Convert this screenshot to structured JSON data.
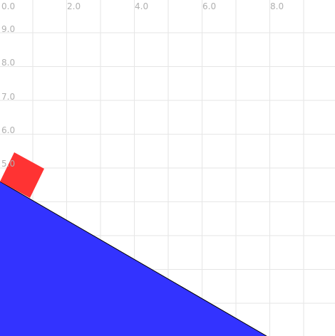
{
  "scene": {
    "x_tick_labels": [
      "0.0",
      "2.0",
      "4.0",
      "6.0",
      "8.0"
    ],
    "y_tick_labels": [
      "9.0",
      "8.0",
      "7.0",
      "6.0",
      "5.0"
    ],
    "ramp": {
      "color": "#3333ff",
      "edge_color": "#000000"
    },
    "block": {
      "color": "#ff3333"
    },
    "grid_color": "#e6e6e6"
  }
}
